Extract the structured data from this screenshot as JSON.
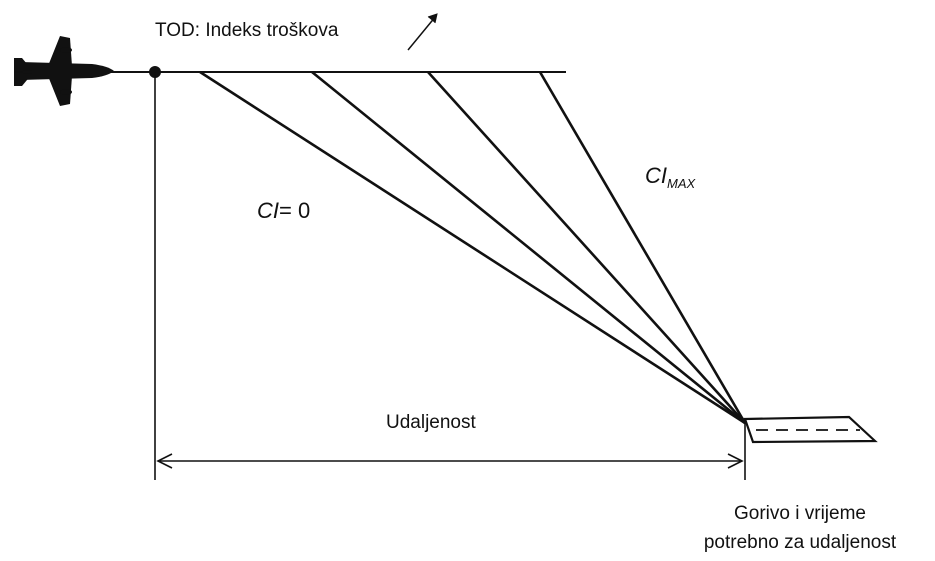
{
  "labels": {
    "tod": "TOD: Indeks troškova",
    "ci_zero_symbol": "CI",
    "ci_zero_value": "= 0",
    "ci_max_symbol": "CI",
    "ci_max_subscript": "MAX",
    "distance": "Udaljenost",
    "fuel_time_line1": "Gorivo i vrijeme",
    "fuel_time_line2": "potrebno za udaljenost"
  },
  "icons": {
    "aircraft": "airplane-icon",
    "runway": "runway-icon",
    "trend_arrow": "diagonal-arrow-icon"
  },
  "colors": {
    "ink": "#111111",
    "background": "#ffffff"
  }
}
